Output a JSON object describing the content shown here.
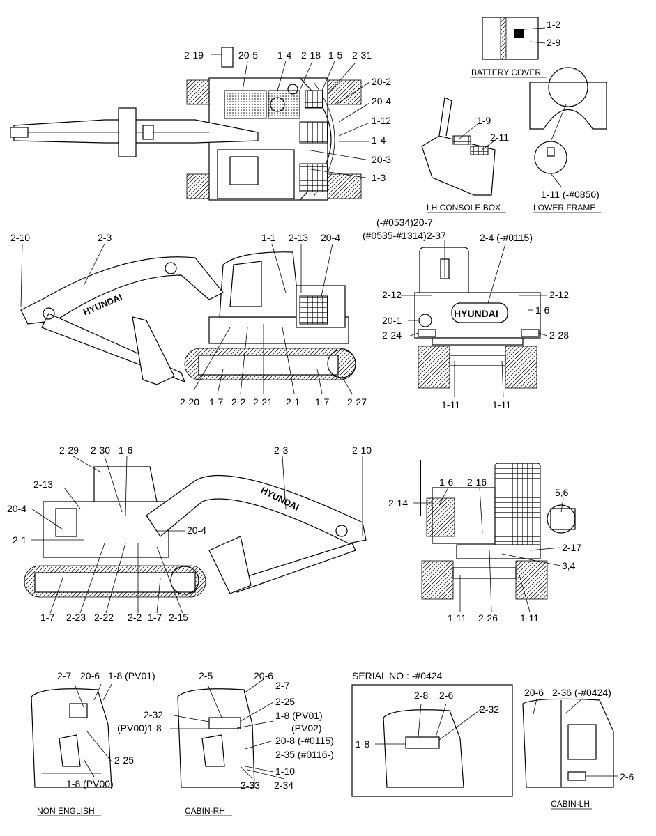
{
  "captions": {
    "battery_cover": "BATTERY COVER",
    "lh_console_box": "LH CONSOLE BOX",
    "lower_frame": "LOWER FRAME",
    "non_english": "NON ENGLISH",
    "cabin_rh": "CABIN-RH",
    "cabin_lh": "CABIN-LH",
    "serial_no": "SERIAL NO : -#0424"
  },
  "brand": "HYUNDAI",
  "labels": {
    "top": [
      "2-19",
      "20-5",
      "1-4",
      "2-18",
      "1-5",
      "2-31",
      "20-2",
      "20-4",
      "1-12",
      "1-4",
      "20-3",
      "1-3"
    ],
    "battery": [
      "1-2",
      "2-9"
    ],
    "console": [
      "1-9",
      "2-11"
    ],
    "lowerframe": [
      "1-11 (-#0850)"
    ],
    "side_left": [
      "2-10",
      "2-3",
      "1-1",
      "2-13",
      "20-4",
      "2-20",
      "1-7",
      "2-2",
      "2-21",
      "2-1",
      "1-7",
      "2-27"
    ],
    "rear": [
      "(-#0534)20-7",
      "(#0535-#1314)2-37",
      "2-4 (-#0115)",
      "2-12",
      "2-12",
      "1-6",
      "20-1",
      "2-24",
      "2-28",
      "1-11",
      "1-11"
    ],
    "side_right": [
      "2-29",
      "2-30",
      "1-6",
      "2-3",
      "2-10",
      "2-13",
      "20-4",
      "20-4",
      "2-1",
      "1-7",
      "2-23",
      "2-22",
      "2-2",
      "1-7",
      "2-15"
    ],
    "front": [
      "1-6",
      "2-16",
      "2-14",
      "5,6",
      "2-17",
      "3,4",
      "1-11",
      "2-26",
      "1-11"
    ],
    "cab_ne": [
      "2-7",
      "20-6",
      "1-8 (PV01)",
      "2-25",
      "1-8 (PV00)"
    ],
    "cab_rh": [
      "2-5",
      "20-6",
      "2-7",
      "2-25",
      "2-32",
      "1-8 (PV01)",
      "(PV02)",
      "(PV00)1-8",
      "20-8 (-#0115)",
      "2-35 (#0116-)",
      "1-10",
      "2-33",
      "2-34"
    ],
    "cab_ser": [
      "2-8",
      "2-6",
      "2-32",
      "1-8"
    ],
    "cab_lh": [
      "20-6",
      "2-36 (-#0424)",
      "2-6"
    ]
  }
}
